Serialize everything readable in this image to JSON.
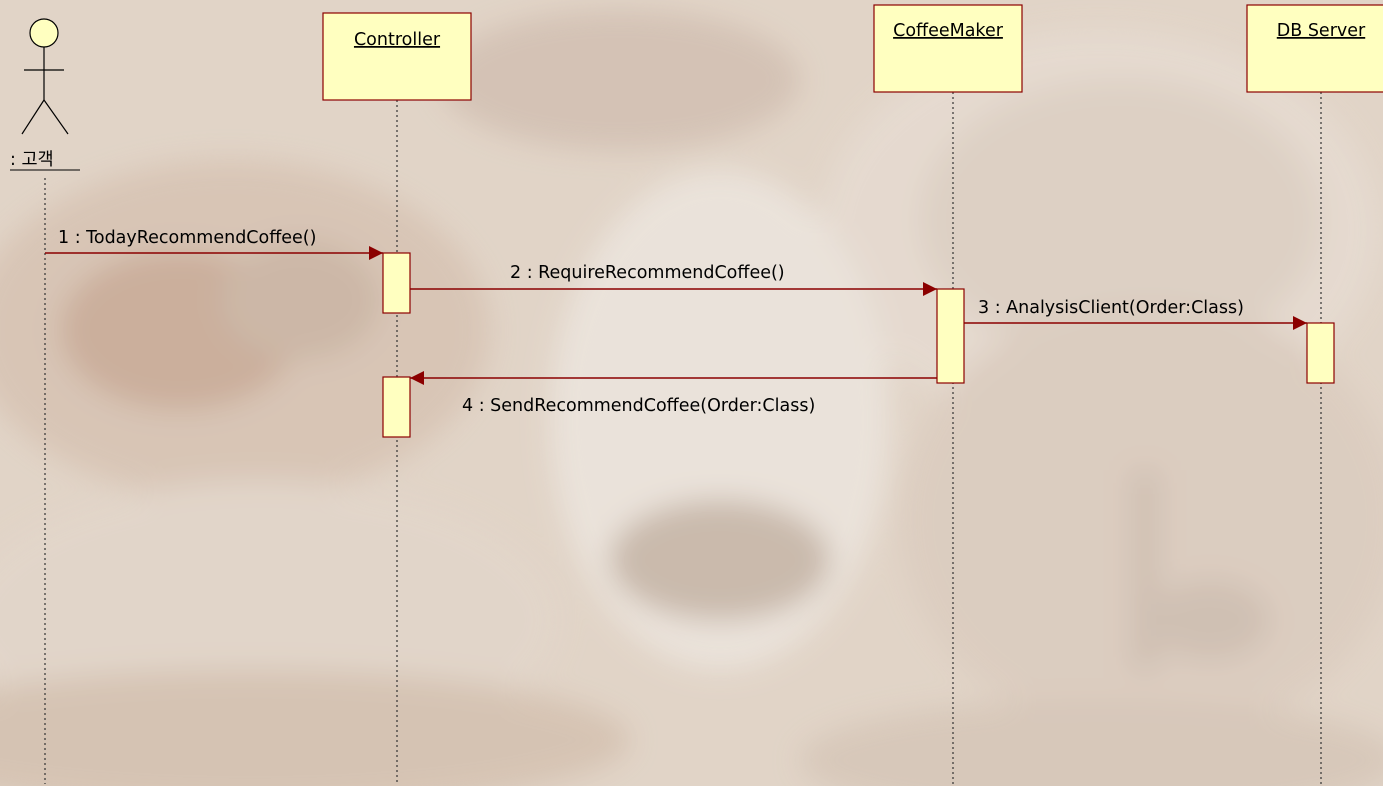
{
  "diagram": {
    "actor": {
      "name": ": 고객",
      "icon": "stick-figure-icon"
    },
    "lifelines": [
      {
        "id": "controller",
        "name": "Controller"
      },
      {
        "id": "coffeemaker",
        "name": "CoffeeMaker"
      },
      {
        "id": "dbserver",
        "name": "DB Server"
      }
    ],
    "messages": [
      {
        "label": "1 : TodayRecommendCoffee()"
      },
      {
        "label": "2 : RequireRecommendCoffee()"
      },
      {
        "label": "3 : AnalysisClient(Order:Class)"
      },
      {
        "label": "4 : SendRecommendCoffee(Order:Class)"
      }
    ],
    "colors": {
      "box_fill": "#FFFFC0",
      "box_stroke": "#8B0000",
      "message_line": "#8B0000",
      "lifeline": "#333333",
      "actor_fill": "#FFFFC0"
    }
  }
}
